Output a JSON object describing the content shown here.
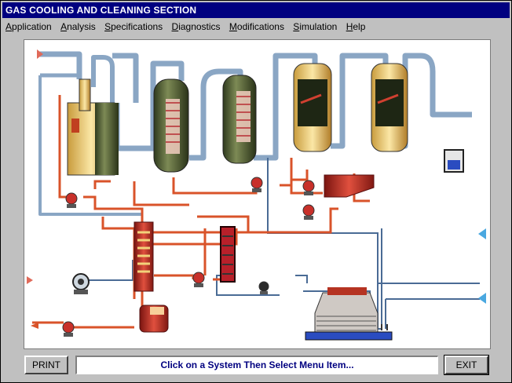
{
  "window": {
    "title": "GAS COOLING AND CLEANING SECTION"
  },
  "menu": [
    {
      "label": "Application",
      "underline": "A",
      "rest": "pplication"
    },
    {
      "label": "Analysis",
      "underline": "A",
      "rest": "nalysis"
    },
    {
      "label": "Specifications",
      "underline": "S",
      "rest": "pecifications"
    },
    {
      "label": "Diagnostics",
      "underline": "D",
      "rest": "iagnostics"
    },
    {
      "label": "Modifications",
      "underline": "M",
      "rest": "odifications"
    },
    {
      "label": "Simulation",
      "underline": "S",
      "rest": "imulation"
    },
    {
      "label": "Help",
      "underline": "H",
      "rest": "elp"
    }
  ],
  "footer": {
    "print_label": "PRINT",
    "status_text": "Click on a System Then Select Menu Item...",
    "exit_label": "EXIT"
  },
  "colors": {
    "title_bg": "#000080",
    "gas_pipe": "#9bb7d4",
    "water_pipe": "#d9532a",
    "vessel_green": "#5a6b3c",
    "vessel_yellow": "#f2d27a",
    "pump_red": "#c8302a",
    "arrow_blue": "#4aa8e0"
  }
}
